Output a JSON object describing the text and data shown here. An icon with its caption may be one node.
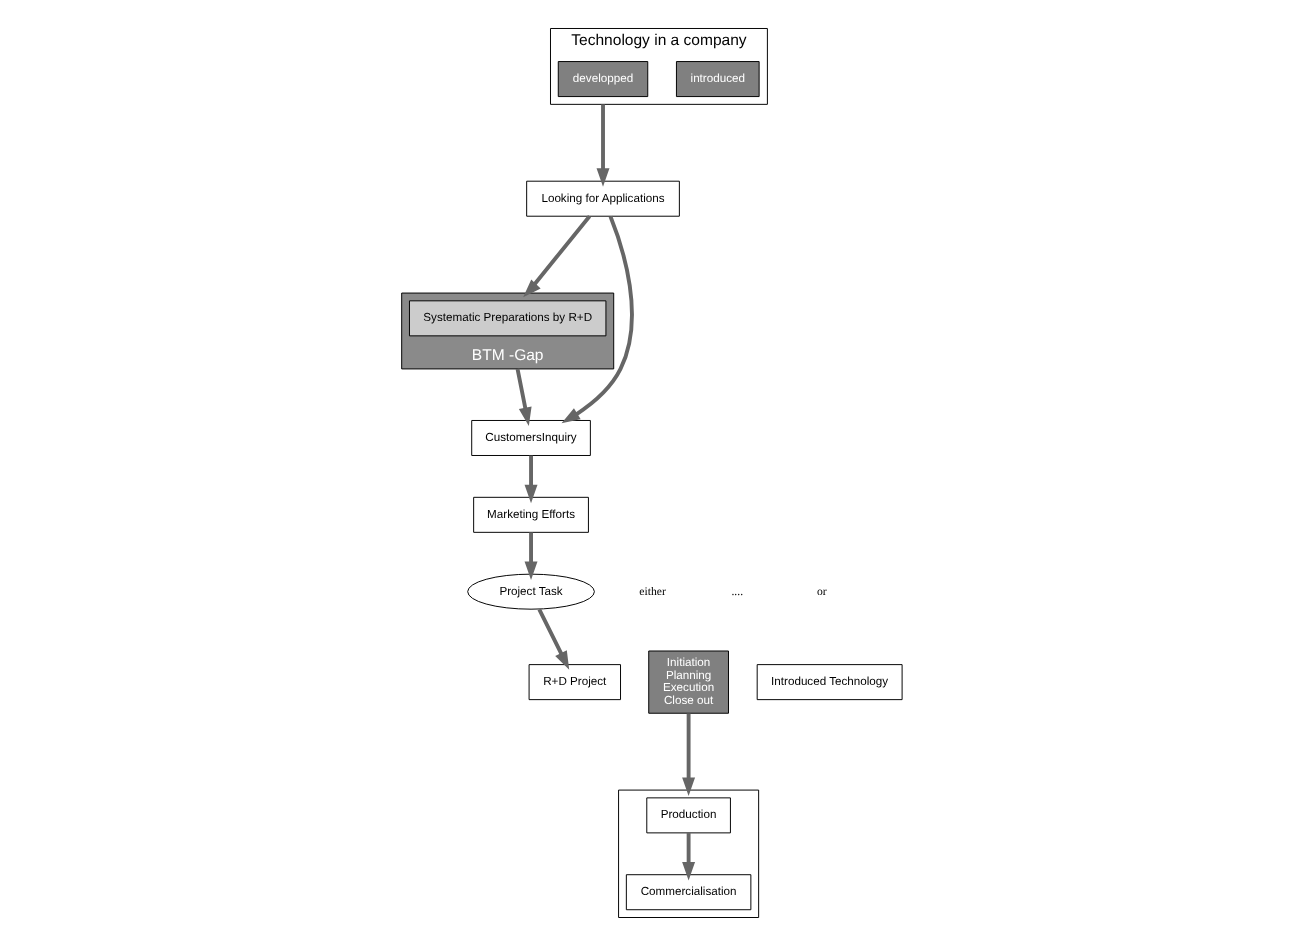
{
  "diagram": {
    "nodes": [
      {
        "text": [
          "Technology in a company"
        ]
      },
      {
        "text": [
          "developped"
        ],
        "in": 0
      },
      {
        "text": [
          "introduced"
        ],
        "in": 0
      },
      {
        "text": [
          "Looking for Applications"
        ]
      },
      {
        "text": [
          "BTM -Gap"
        ]
      },
      {
        "text": [
          "Systematic Preparations by R+D"
        ],
        "in": 4
      },
      {
        "text": [
          "CustomersInquiry"
        ]
      },
      {
        "text": [
          "Marketing Efforts"
        ]
      },
      {
        "text": [
          "Project Task"
        ]
      },
      {
        "text": [
          "R+D Project"
        ]
      },
      {
        "text": [
          "Initiation",
          "Planning",
          "Execution",
          "Close out"
        ]
      },
      {
        "text": [
          "Introduced Technology"
        ]
      },
      {
        "text": [],
        "shape": "box"
      },
      {
        "text": [
          "Production"
        ],
        "in": 12
      },
      {
        "text": [
          "Commercialisation"
        ],
        "in": 12
      }
    ],
    "edges": [
      {
        "from": 0,
        "to": 3,
        "arrow": "to"
      },
      {
        "from": 3,
        "to": 4,
        "arrow": "to"
      },
      {
        "from": 4,
        "to": 6,
        "arrow": "to"
      },
      {
        "from": 3,
        "to": 6,
        "arrow": "to"
      },
      {
        "from": 6,
        "to": 7,
        "arrow": "to"
      },
      {
        "from": 7,
        "to": 8,
        "arrow": "to"
      },
      {
        "from": 8,
        "to": 9,
        "arrow": "to"
      },
      {
        "from": 10,
        "to": 12,
        "arrow": "to"
      },
      {
        "from": 13,
        "to": 14,
        "arrow": "to"
      }
    ],
    "labels": [
      "either",
      "....",
      "or"
    ]
  }
}
